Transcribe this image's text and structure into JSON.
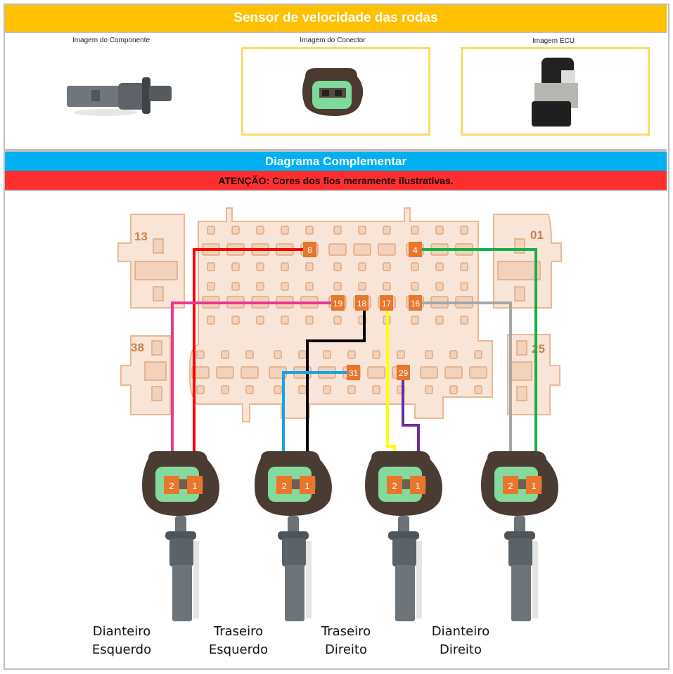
{
  "header": {
    "title": "Sensor de velocidade das rodas"
  },
  "images": {
    "component_caption": "Imagem do Componente",
    "connector_caption": "Imagem do Conector",
    "ecu_caption": "Imagem ECU"
  },
  "diagram": {
    "title": "Diagrama Complementar",
    "warning": "ATENÇÃO: Cores dos fios meramente ilustrativas.",
    "ecu_corner_labels": [
      "13",
      "01",
      "38",
      "25"
    ],
    "ecu_pins": [
      "8",
      "4",
      "19",
      "18",
      "17",
      "16",
      "31",
      "29"
    ],
    "sensors": [
      {
        "label_line1": "Dianteiro",
        "label_line2": "Esquerdo",
        "pin1": "1",
        "pin2": "2",
        "wires": [
          {
            "sensor_pin": "1",
            "ecu_pin": "8",
            "color": "#ff0000"
          },
          {
            "sensor_pin": "2",
            "ecu_pin": "19",
            "color": "#e8388f"
          }
        ]
      },
      {
        "label_line1": "Traseiro",
        "label_line2": "Esquerdo",
        "pin1": "1",
        "pin2": "2",
        "wires": [
          {
            "sensor_pin": "1",
            "ecu_pin": "18",
            "color": "#000000"
          },
          {
            "sensor_pin": "2",
            "ecu_pin": "31",
            "color": "#14a5e3"
          }
        ]
      },
      {
        "label_line1": "Traseiro",
        "label_line2": "Direito",
        "pin1": "1",
        "pin2": "2",
        "wires": [
          {
            "sensor_pin": "1",
            "ecu_pin": "29",
            "color": "#6a2c9e"
          },
          {
            "sensor_pin": "2",
            "ecu_pin": "17",
            "color": "#ffff00"
          }
        ]
      },
      {
        "label_line1": "Dianteiro",
        "label_line2": "Direito",
        "pin1": "1",
        "pin2": "2",
        "wires": [
          {
            "sensor_pin": "1",
            "ecu_pin": "4",
            "color": "#14b04a"
          },
          {
            "sensor_pin": "2",
            "ecu_pin": "16",
            "color": "#a6a6a6"
          }
        ]
      }
    ]
  },
  "colors": {
    "title_bar": "#ffc000",
    "diagram_bar": "#00b0f0",
    "warning_bar": "#ff2f2f",
    "pin_badge": "#e8762d",
    "connector_body": "#f9e5d8"
  }
}
